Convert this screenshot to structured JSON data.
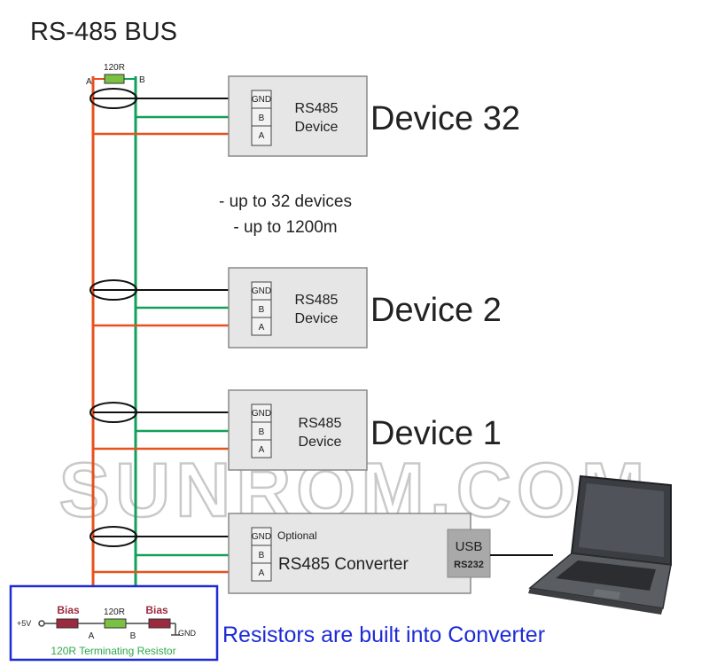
{
  "title": "RS-485 BUS",
  "bus": {
    "line_a_label": "A",
    "line_b_label": "B",
    "top_resistor_label": "120R",
    "color_a": "#e8501e",
    "color_b": "#12a05a",
    "color_gnd": "#111111"
  },
  "devices": [
    {
      "name": "Device 32",
      "box_line1": "RS485",
      "box_line2": "Device",
      "pins": [
        "GND",
        "B",
        "A"
      ]
    },
    {
      "name": "Device 2",
      "box_line1": "RS485",
      "box_line2": "Device",
      "pins": [
        "GND",
        "B",
        "A"
      ]
    },
    {
      "name": "Device 1",
      "box_line1": "RS485",
      "box_line2": "Device",
      "pins": [
        "GND",
        "B",
        "A"
      ]
    }
  ],
  "notes": {
    "line1": "- up to 32 devices",
    "line2": "- up to 1200m"
  },
  "converter": {
    "name": "RS485 Converter",
    "optional": "Optional",
    "pins": [
      "GND",
      "B",
      "A"
    ],
    "usb": "USB",
    "rs232": "RS232"
  },
  "termination": {
    "bias_left": "Bias",
    "bias_right": "Bias",
    "resistor": "120R",
    "plus5v": "+5V",
    "gnd": "GND",
    "a": "A",
    "b": "B",
    "caption": "120R Terminating Resistor",
    "accent": "#1d2bd6",
    "caption_color": "#2ea84c",
    "bias_color": "#9c2a3e"
  },
  "converter_note": "Resistors are built into Converter",
  "watermark": "SUNROM.COM"
}
